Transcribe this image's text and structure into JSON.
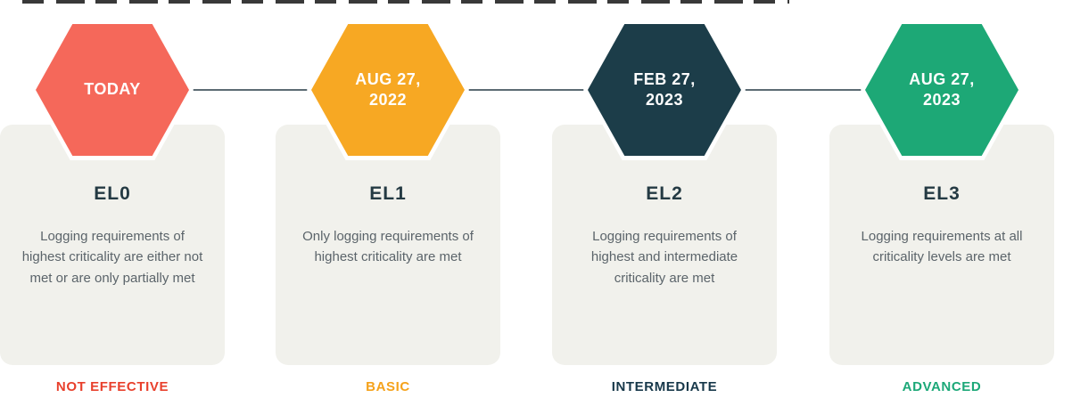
{
  "connector_color": "#5C6B74",
  "milestones": [
    {
      "date": "TODAY",
      "level": "EL0",
      "description": "Logging requirements of highest criticality are either not met or are only partially met",
      "status": "NOT EFFECTIVE",
      "hex_color": "#F5685A",
      "status_color": "#E8402C"
    },
    {
      "date": "AUG 27,\n2022",
      "level": "EL1",
      "description": "Only logging requirements of highest criticality are met",
      "status": "BASIC",
      "hex_color": "#F7A823",
      "status_color": "#F5A21B"
    },
    {
      "date": "FEB 27,\n2023",
      "level": "EL2",
      "description": "Logging requirements of highest and intermediate criticality are met",
      "status": "INTERMEDIATE",
      "hex_color": "#1C3D49",
      "status_color": "#17384A"
    },
    {
      "date": "AUG 27,\n2023",
      "level": "EL3",
      "description": "Logging requirements at all criticality levels are met",
      "status": "ADVANCED",
      "hex_color": "#1DA876",
      "status_color": "#1CA878"
    }
  ]
}
